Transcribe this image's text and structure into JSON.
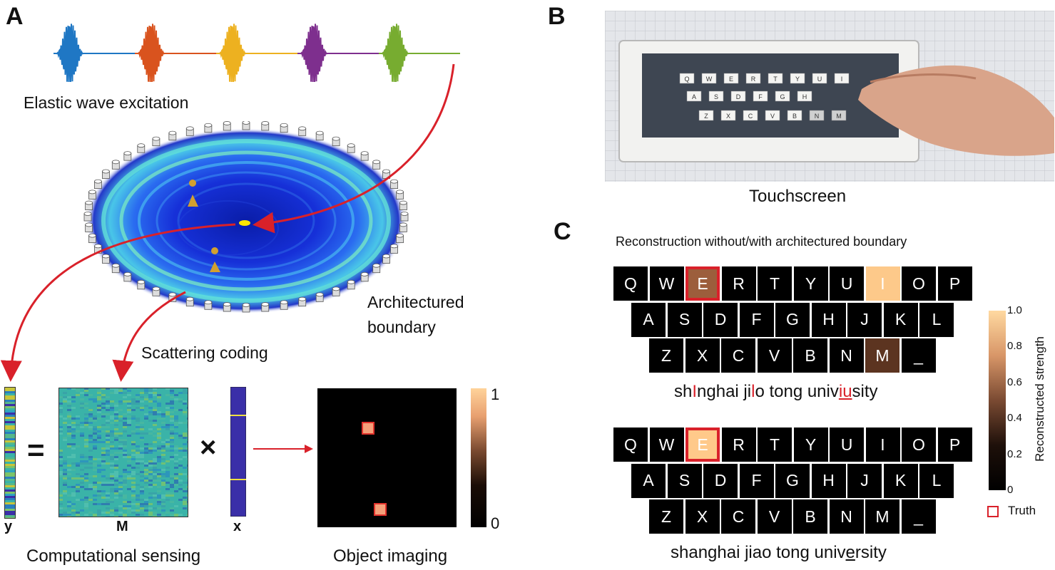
{
  "panels": {
    "a": "A",
    "b": "B",
    "c": "C"
  },
  "panel_a": {
    "excitation_label": "Elastic wave excitation",
    "boundary_label_line1": "Architectured",
    "boundary_label_line2": "boundary",
    "scattering_label": "Scattering coding",
    "equals": "=",
    "times": "×",
    "y_label": "y",
    "m_label": "M",
    "x_label": "x",
    "computational_label": "Computational sensing",
    "object_label": "Object imaging",
    "cbar_top": "1",
    "cbar_bottom": "0",
    "wave_colors": [
      "#1f77c4",
      "#d9531e",
      "#edb120",
      "#7e2f8e",
      "#77ac30"
    ]
  },
  "panel_b": {
    "caption": "Touchscreen",
    "photo_rows": [
      [
        "Q",
        "W",
        "E",
        "R",
        "T",
        "Y",
        "U",
        "I"
      ],
      [
        "A",
        "S",
        "D",
        "F",
        "G",
        "H"
      ],
      [
        "Z",
        "X",
        "C",
        "V",
        "B",
        "N",
        "M"
      ]
    ]
  },
  "panel_c": {
    "title": "Reconstruction without/with architectured boundary",
    "keyboard_rows": [
      [
        "Q",
        "W",
        "E",
        "R",
        "T",
        "Y",
        "U",
        "I",
        "O",
        "P"
      ],
      [
        "A",
        "S",
        "D",
        "F",
        "G",
        "H",
        "J",
        "K",
        "L"
      ],
      [
        "Z",
        "X",
        "C",
        "V",
        "B",
        "N",
        "M",
        "_"
      ]
    ],
    "top_highlights": {
      "E": "#9c5e3c",
      "I": "#fdc98a",
      "M": "#5c3420"
    },
    "bottom_highlights": {
      "E": "#ffc98a"
    },
    "truth_key": "E",
    "top_text_parts": [
      "sh",
      "I",
      "nghai ji",
      "l",
      "o tong univ",
      "iu",
      "sity"
    ],
    "bottom_text_parts": [
      "shanghai jiao tong univ",
      "e",
      "rsity"
    ],
    "colorbar_ticks": [
      "1.0",
      "0.8",
      "0.6",
      "0.4",
      "0.2",
      "0"
    ],
    "colorbar_label": "Reconstructed strength",
    "truth_legend": "Truth"
  }
}
